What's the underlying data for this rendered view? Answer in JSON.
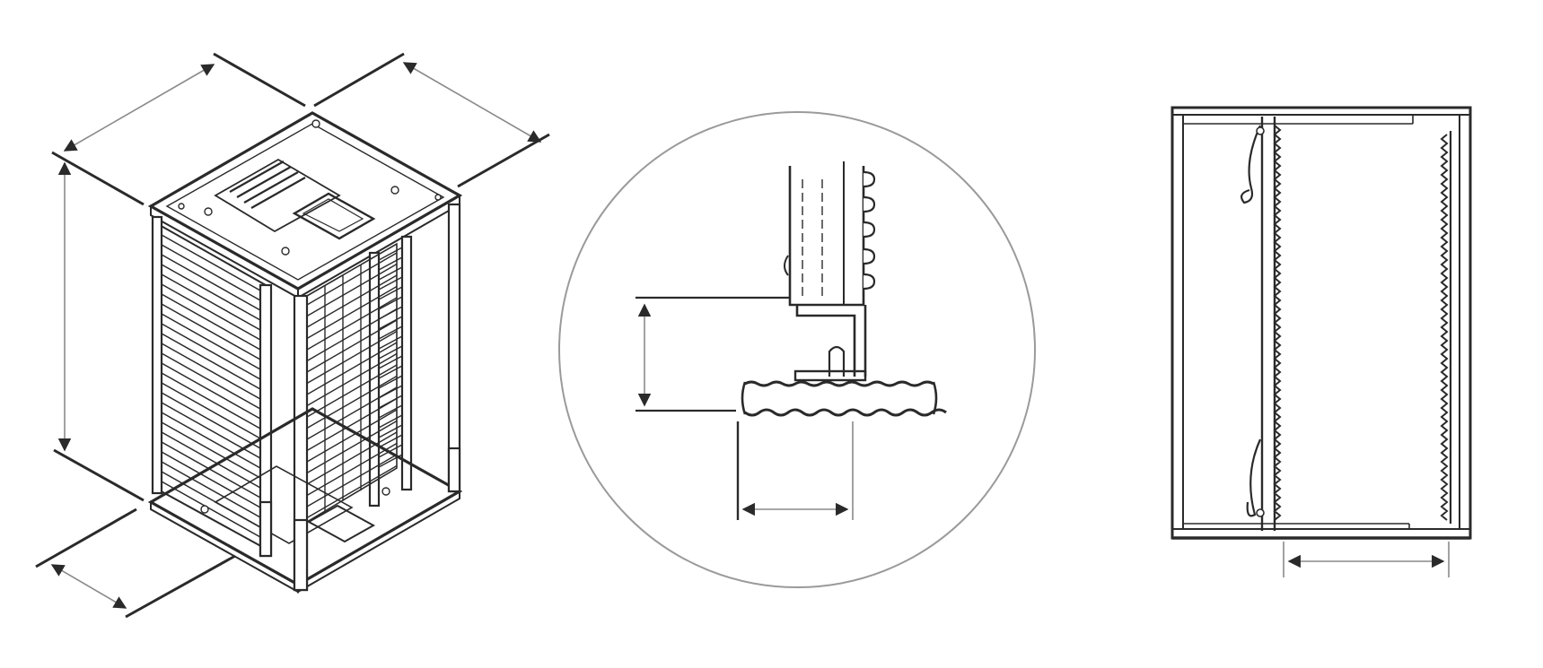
{
  "diagram": {
    "panels": [
      {
        "id": "isometric-view",
        "labels": []
      },
      {
        "id": "detail-view",
        "labels": []
      },
      {
        "id": "front-view",
        "labels": []
      }
    ],
    "colors": {
      "ink": "#2a2a2a",
      "dimension_line": "#8a8a8a",
      "background": "#ffffff"
    }
  }
}
